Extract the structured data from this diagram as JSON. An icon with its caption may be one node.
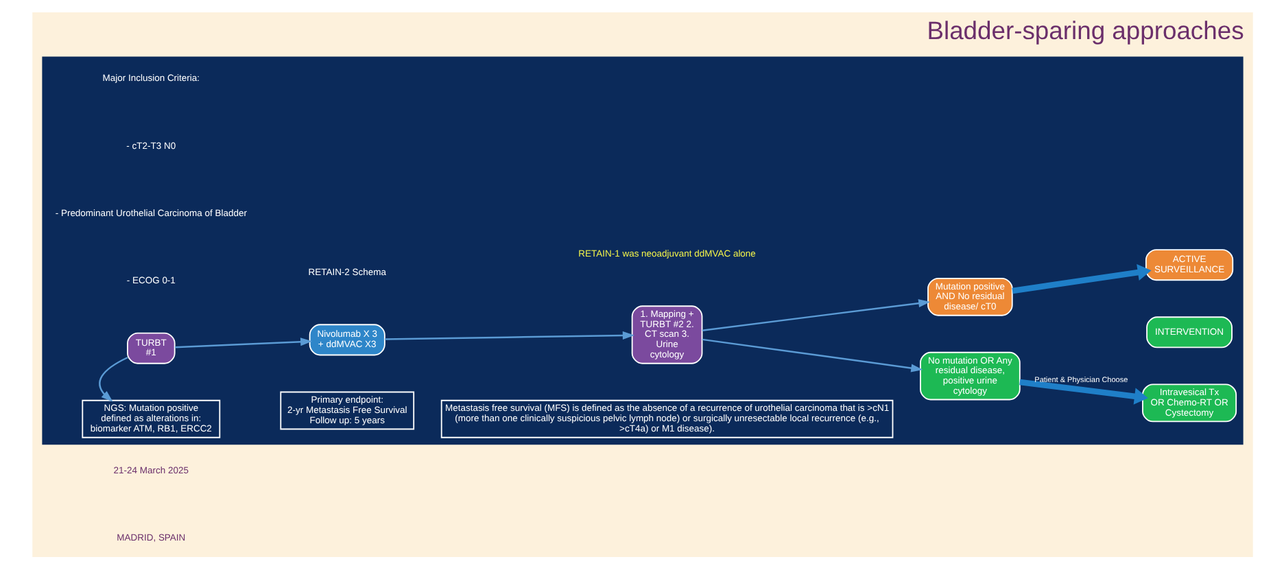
{
  "diagram": {
    "title": "Bladder-sparing approaches",
    "nodes": [
      {
        "text": [],
        "shape": "box"
      },
      {
        "text": [
          "TURBT #1"
        ],
        "in": 0
      },
      {
        "text": [
          "Nivolumab X 3",
          "+ ddMVAC X3"
        ],
        "in": 0
      },
      {
        "text": [
          "1. Mapping + TURBT #2 2. CT scan 3. Urine cytology"
        ],
        "in": 0
      },
      {
        "text": [
          "Mutation positive AND No residual disease/ cT0"
        ],
        "in": 0
      },
      {
        "text": [
          "ACTIVE SURVEILLANCE"
        ],
        "in": 0
      },
      {
        "text": [
          "No mutation OR Any residual disease, positive urine cytology"
        ],
        "in": 0
      },
      {
        "text": [
          "INTERVENTION"
        ],
        "in": 0
      },
      {
        "text": [
          "Intravesical Tx OR Chemo-RT OR Cystectomy"
        ],
        "in": 0
      },
      {
        "text": [
          "NGS: Mutation positive defined as alterations in: biomarker ATM, RB1, ERCC2"
        ],
        "in": 0
      },
      {
        "text": [
          "Primary endpoint:",
          "2-yr Metastasis Free Survival",
          "Follow up: 5 years"
        ],
        "in": 0
      },
      {
        "text": [
          "Metastasis free survival (MFS) is defined as the absence of a recurrence of urothelial carcinoma that is >cN1 (more than one clinically suspicious pelvic lymph node) or surgically unresectable local recurrence (e.g., >cT4a) or M1 disease)."
        ],
        "in": 0
      }
    ],
    "edges": [
      {
        "from": 1,
        "to": 2,
        "arrow": "to"
      },
      {
        "from": 2,
        "to": 3,
        "arrow": "to"
      },
      {
        "from": 3,
        "to": 4,
        "arrow": "to"
      },
      {
        "from": 3,
        "to": 6,
        "arrow": "to"
      },
      {
        "from": 4,
        "to": 5,
        "arrow": "to",
        "style": "thick",
        "color": "#1f7fc8"
      },
      {
        "from": 6,
        "to": 8,
        "arrow": "to",
        "label": "Patient & Physician Choose",
        "style": "thick",
        "color": "#1f7fc8"
      },
      {
        "from": 1,
        "to": 9,
        "arrow": "to"
      }
    ],
    "labels": [
      "MADRID, SPAIN",
      "21-24 March 2025",
      "Major Inclusion Criteria:",
      "RETAIN-2 Schema",
      "- cT2-T3 N0",
      "- Predominant Urothelial Carcinoma of Bladder",
      "- ECOG 0-1",
      "RETAIN-1 was neoadjuvant ddMVAC alone"
    ]
  }
}
